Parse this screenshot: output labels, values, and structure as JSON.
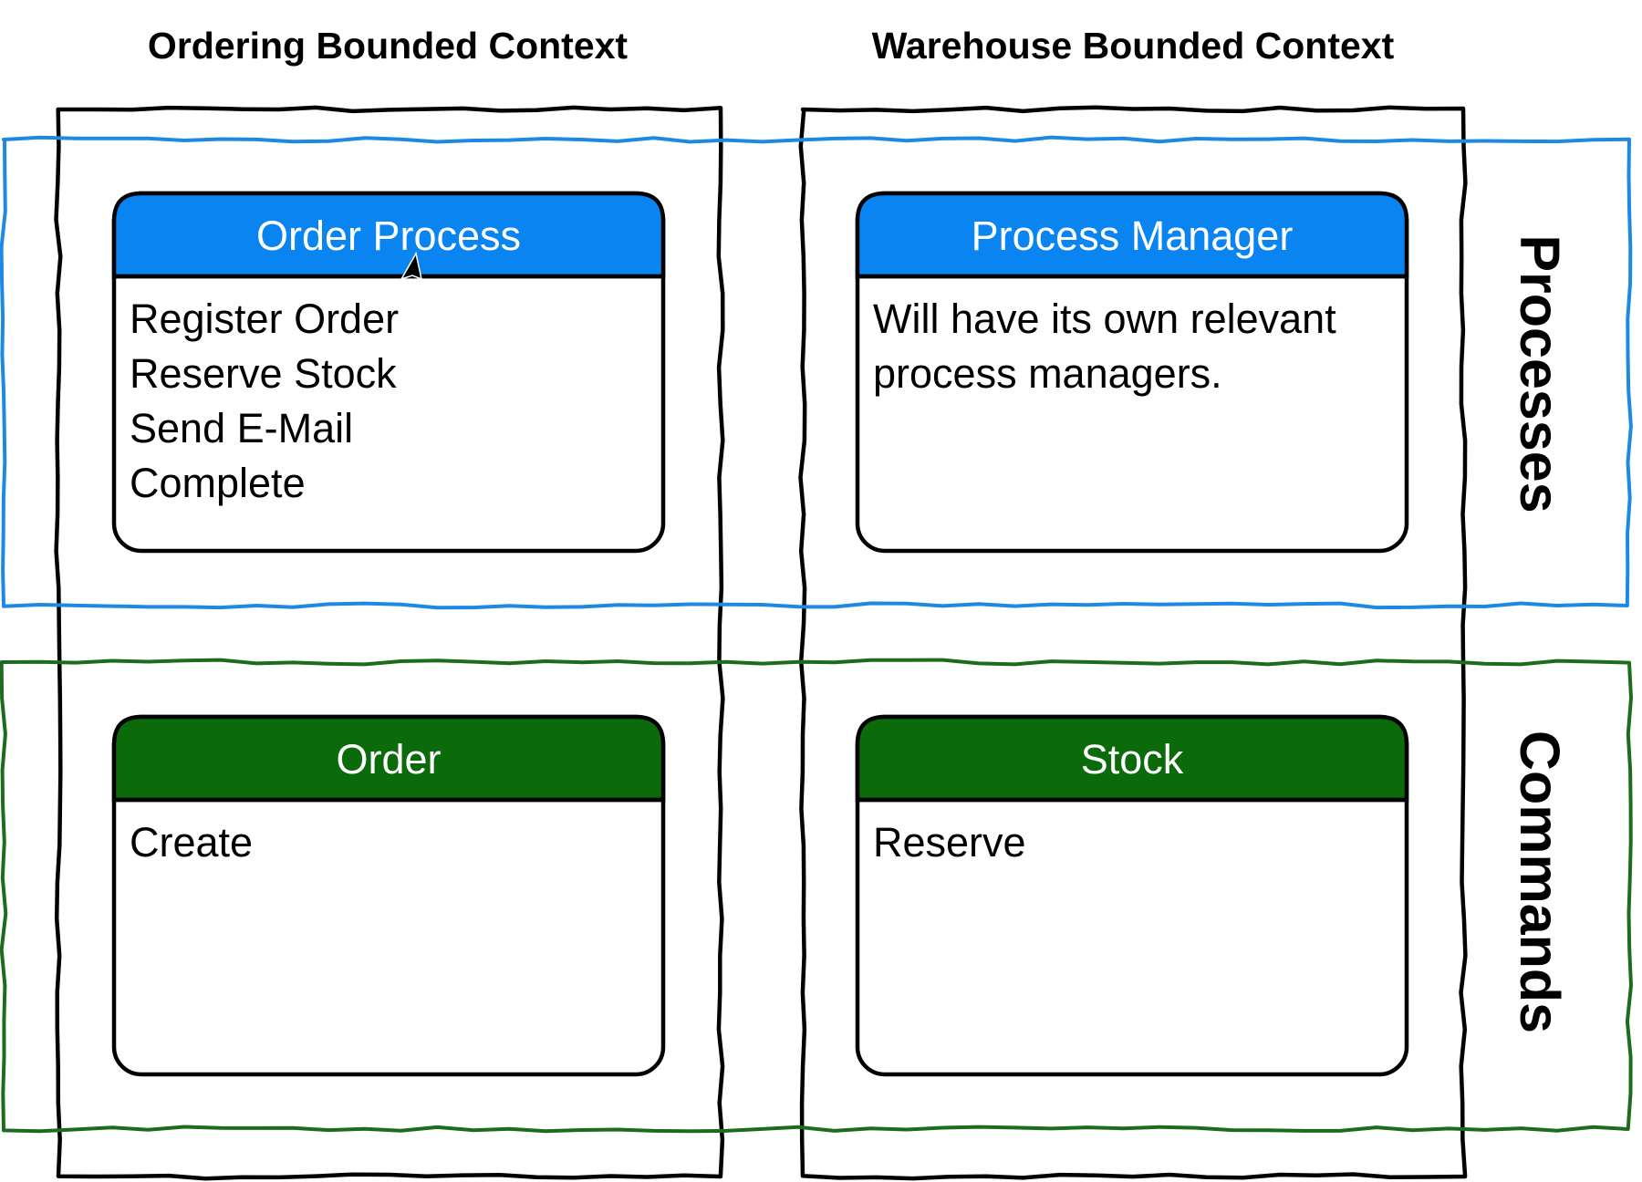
{
  "contexts": {
    "ordering": {
      "title": "Ordering Bounded Context"
    },
    "warehouse": {
      "title": "Warehouse Bounded Context"
    }
  },
  "lanes": {
    "processes": {
      "label": "Processes",
      "color": "#1E88E5"
    },
    "commands": {
      "label": "Commands",
      "color": "#1E6B1E"
    }
  },
  "cards": {
    "order_process": {
      "title": "Order Process",
      "header_color": "#0A84F0",
      "lines": [
        "Register Order",
        "Reserve Stock",
        "Send E-Mail",
        "Complete"
      ]
    },
    "process_manager": {
      "title": "Process Manager",
      "header_color": "#0A84F0",
      "lines": [
        "Will have its own relevant",
        "process managers."
      ]
    },
    "order": {
      "title": "Order",
      "header_color": "#0B6B0B",
      "lines": [
        "Create"
      ]
    },
    "stock": {
      "title": "Stock",
      "header_color": "#0B6B0B",
      "lines": [
        "Reserve"
      ]
    }
  },
  "icons": {
    "cursor": "mouse-pointer-icon"
  }
}
